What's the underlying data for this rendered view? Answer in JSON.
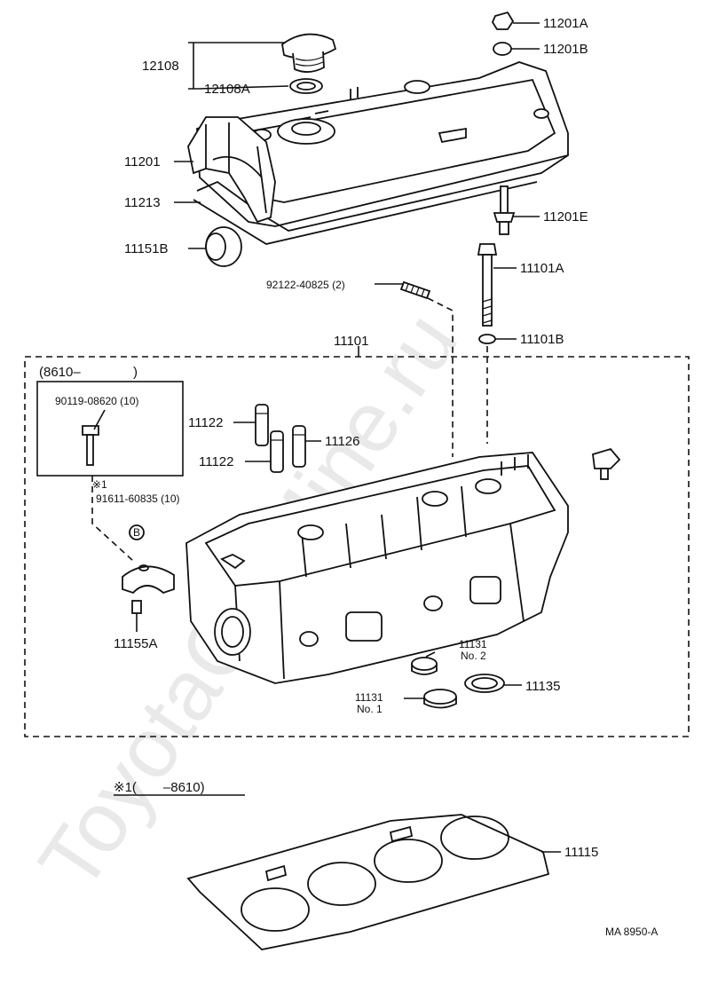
{
  "watermark": "ToyotaCarMine.ru",
  "labels": {
    "p12108": "12108",
    "p12108A": "12108A",
    "p11201": "11201",
    "p11213": "11213",
    "p11151B": "11151B",
    "p11201A": "11201A",
    "p11201B": "11201B",
    "p11201E": "11201E",
    "p92122": "92122-40825 (2)",
    "p11101A": "11101A",
    "p11101B": "11101B",
    "p11101": "11101",
    "range_from": "(8610–",
    "range_close": ")",
    "p90119": "90119-08620 (10)",
    "note_mark": "※1",
    "p91611": "91611-60835 (10)",
    "circle_b": "B",
    "p11122_a": "11122",
    "p11122_b": "11122",
    "p11126": "11126",
    "p11155A": "11155A",
    "p11131_no2": "11131",
    "no2": "No. 2",
    "p11131_no1": "11131",
    "no1": "No. 1",
    "p11135": "11135",
    "note_range": "※1(　　–8610)",
    "p11115": "11115",
    "diagram_code": "MA 8950-A"
  }
}
